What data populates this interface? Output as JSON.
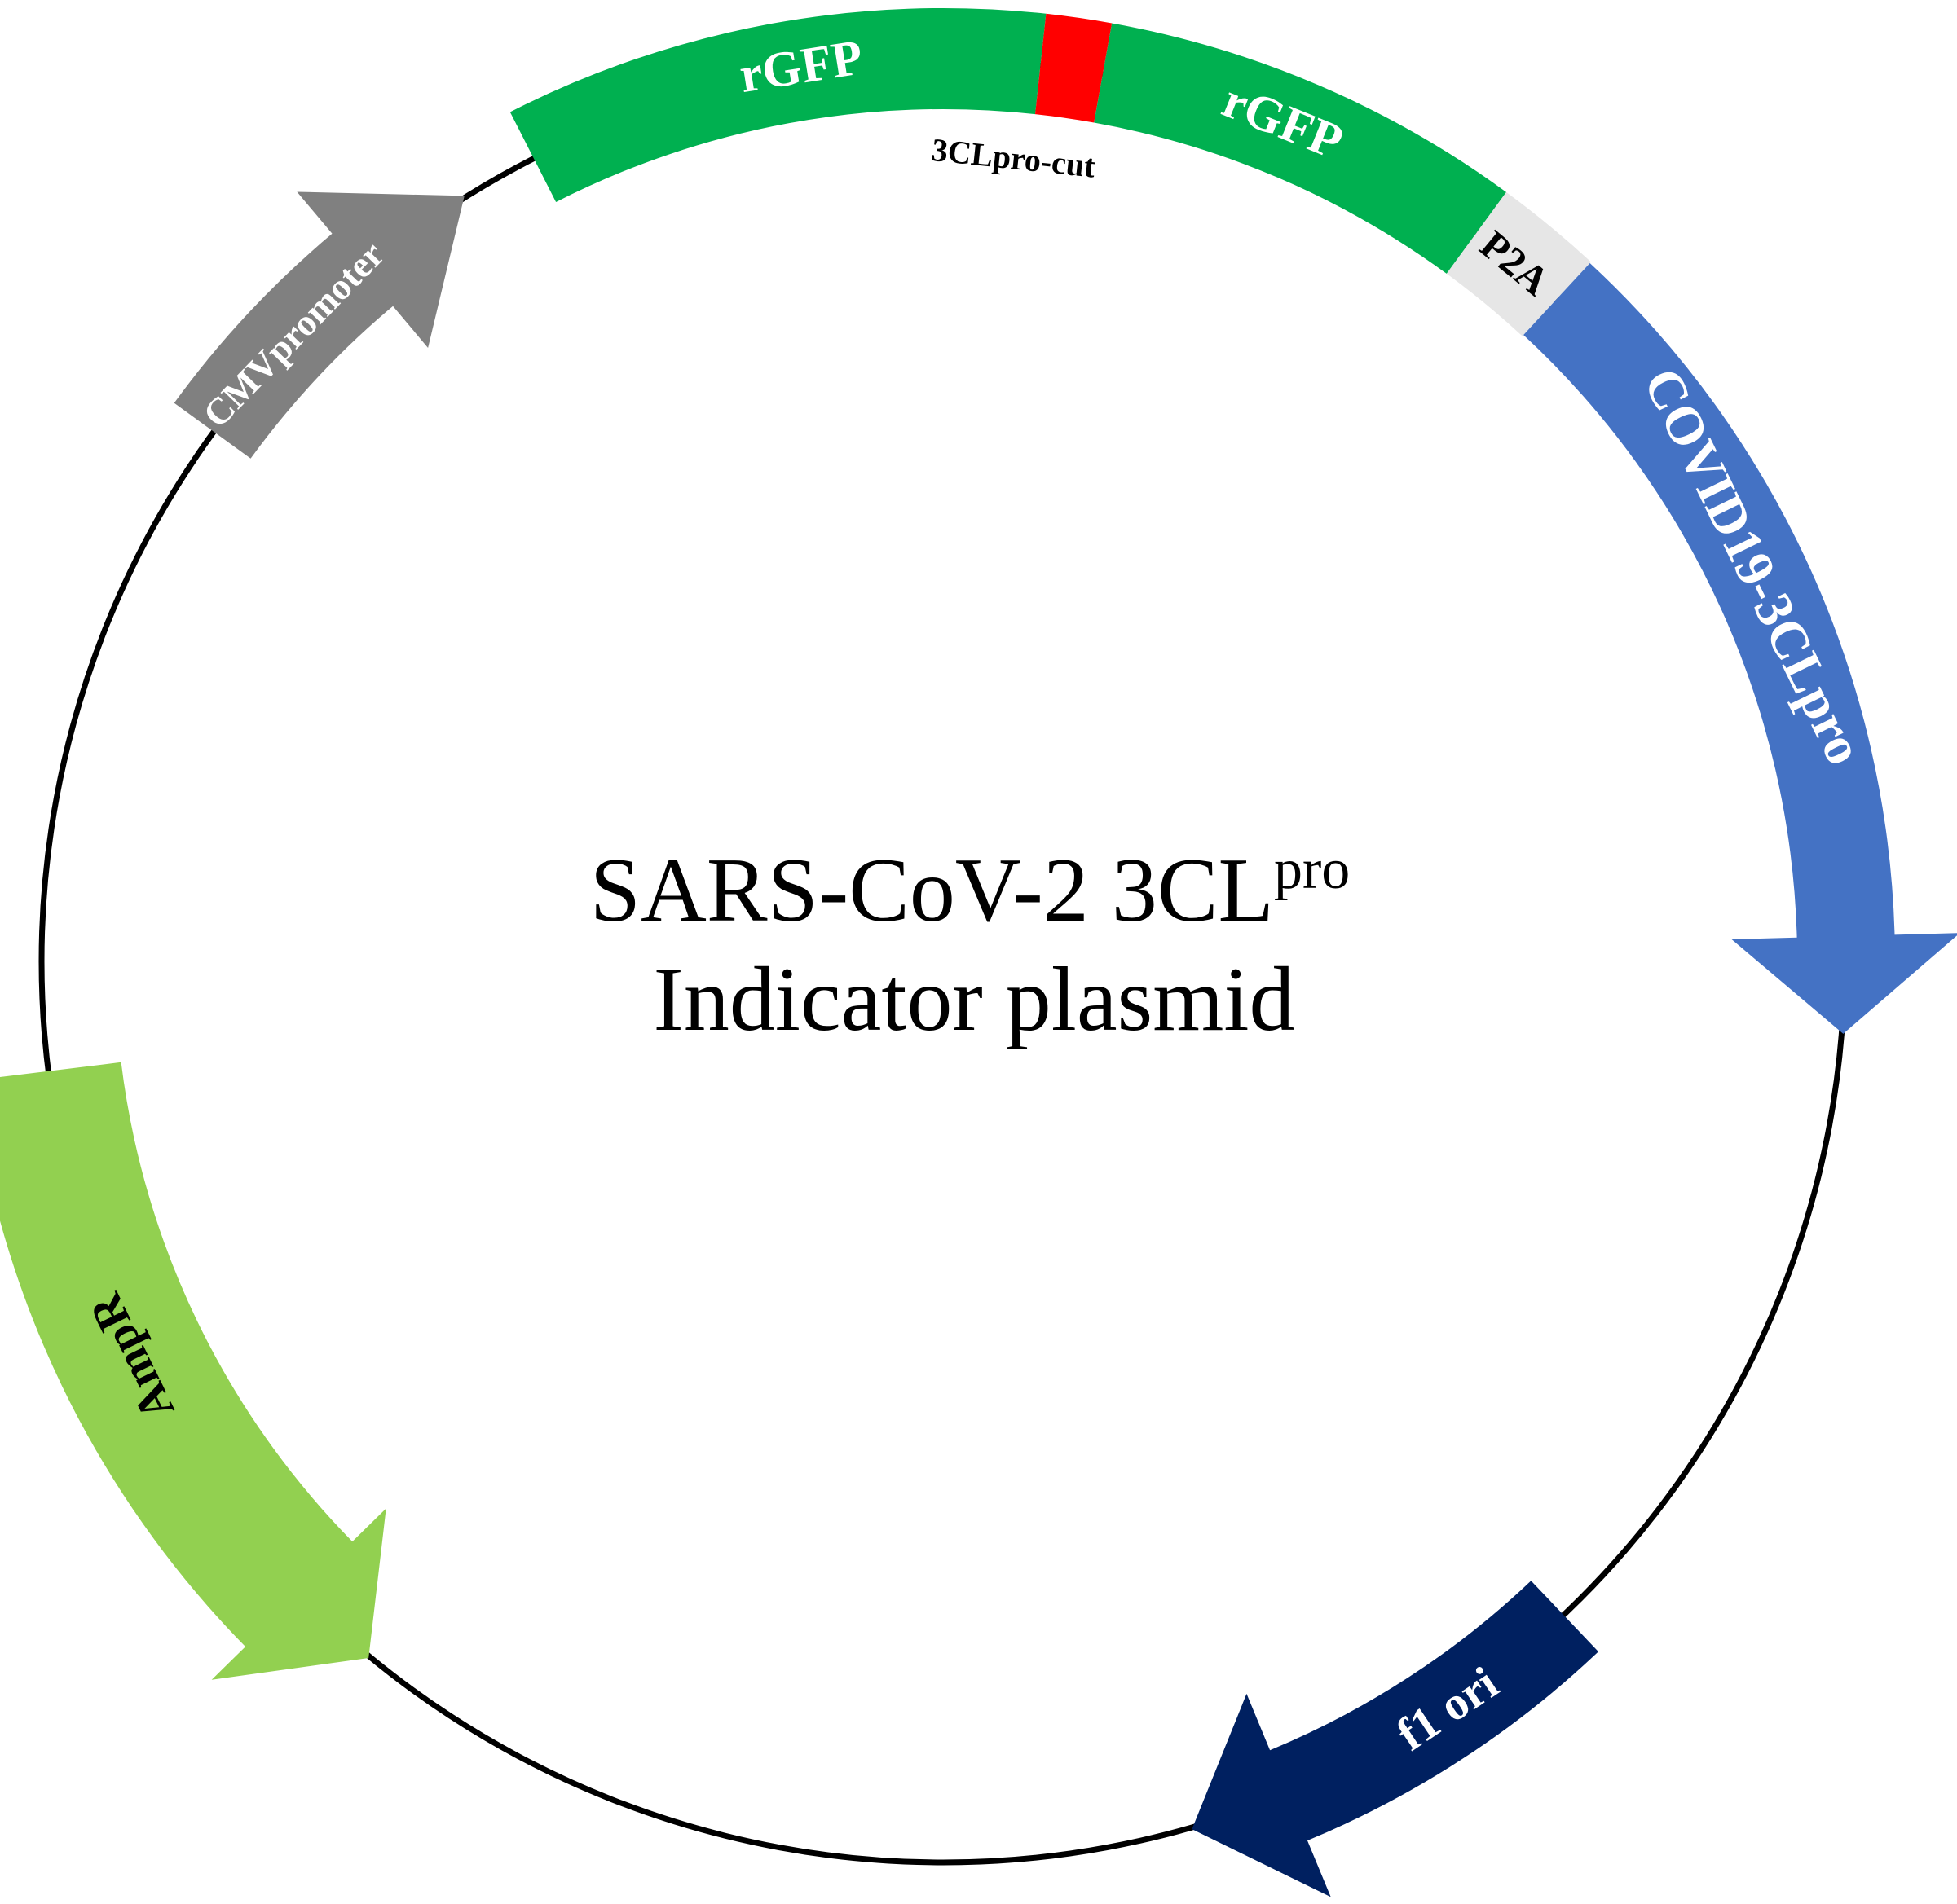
{
  "title": {
    "line1_main": "SARS-CoV-2 3CL",
    "line1_sup": "pro",
    "line2": "Indicator plasmid"
  },
  "backbone": {
    "color": "#000000"
  },
  "features": [
    {
      "id": "cmv-promoter",
      "label": "CMVpromoter",
      "type": "arrow",
      "direction": "clockwise",
      "color": "#808080",
      "label_color": "#ffffff"
    },
    {
      "id": "rgfp-1",
      "label": "rGFP",
      "type": "block",
      "color": "#00b050",
      "label_color": "#ffffff"
    },
    {
      "id": "3clpro-cut",
      "label": "3CLpro-cut",
      "type": "block",
      "color": "#ff0000",
      "label_color": "#000000"
    },
    {
      "id": "rgfp-2",
      "label": "rGFP",
      "type": "block",
      "color": "#00b050",
      "label_color": "#ffffff"
    },
    {
      "id": "p2a",
      "label": "P2A",
      "type": "block",
      "color": "#e6e6e6",
      "label_color": "#000000"
    },
    {
      "id": "covid19-3clpro",
      "label": "COVID19-3CLpro",
      "type": "arrow",
      "direction": "clockwise",
      "color": "#4472c4",
      "label_color": "#ffffff"
    },
    {
      "id": "f1-ori",
      "label": "f1 ori",
      "type": "arrow",
      "direction": "counterclockwise",
      "color": "#002060",
      "label_color": "#ffffff"
    },
    {
      "id": "ampr",
      "label": "AmpR",
      "type": "arrow",
      "direction": "clockwise",
      "color": "#92d050",
      "label_color": "#000000"
    }
  ]
}
